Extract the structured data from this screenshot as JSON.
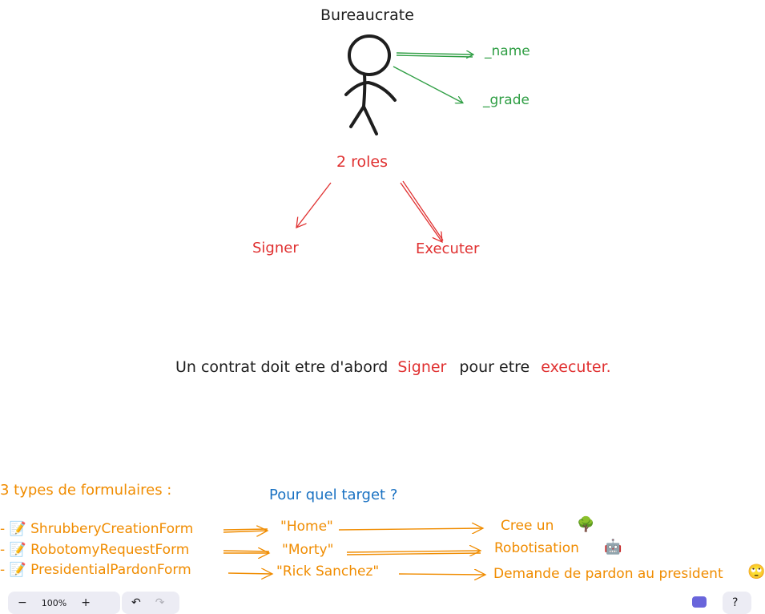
{
  "diagram": {
    "actor": {
      "title": "Bureaucrate",
      "attributes": [
        "_name",
        "_grade"
      ]
    },
    "roles": {
      "label": "2 roles",
      "items": [
        "Signer",
        "Executer"
      ]
    },
    "sentence": {
      "part1": "Un contrat doit etre d'abord",
      "word1": "Signer",
      "part2": "pour etre",
      "word2": "executer."
    },
    "forms": {
      "heading": "3 types de formulaires :",
      "target_heading": "Pour quel target ?",
      "rows": [
        {
          "bullet": "- 📝",
          "name": "ShrubberyCreationForm",
          "target": "\"Home\"",
          "result": "Cree un",
          "emoji": "🌳"
        },
        {
          "bullet": "- 📝",
          "name": "RobotomyRequestForm",
          "target": "\"Morty\"",
          "result": "Robotisation",
          "emoji": "🤖"
        },
        {
          "bullet": "- 📝",
          "name": "PresidentialPardonForm",
          "target": "\"Rick Sanchez\"",
          "result": "Demande de pardon au president",
          "emoji": "🙄"
        }
      ]
    }
  },
  "toolbar": {
    "zoom_out": "−",
    "zoom_level": "100%",
    "zoom_in": "+",
    "undo": "↶",
    "redo": "↷",
    "help": "?"
  },
  "colors": {
    "black": "#1e1e1e",
    "green": "#2f9e44",
    "red": "#e03131",
    "orange": "#f08c00",
    "blue": "#1971c2"
  }
}
